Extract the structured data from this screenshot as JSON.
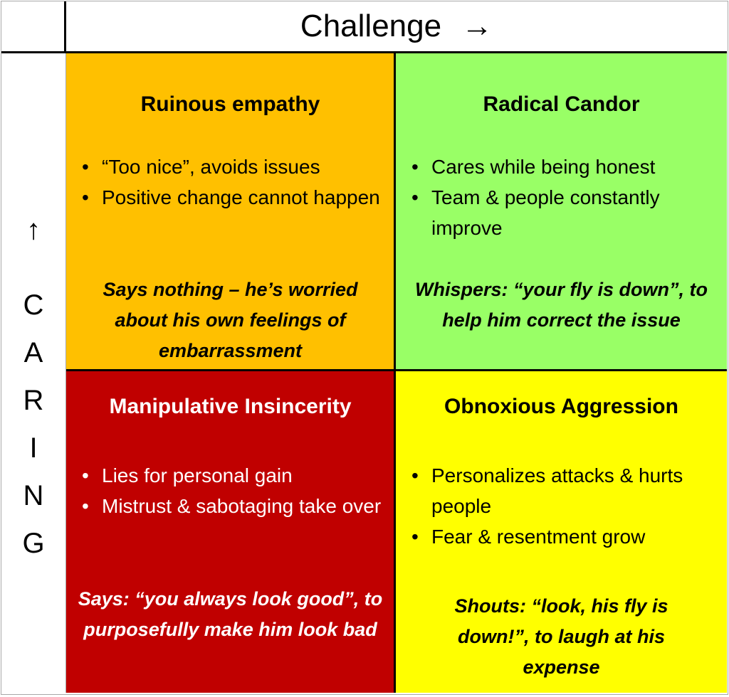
{
  "header": {
    "label": "Challenge",
    "arrow": "→"
  },
  "side": {
    "arrow": "↑",
    "letters": [
      "C",
      "A",
      "R",
      "I",
      "N",
      "G"
    ]
  },
  "quadrants": {
    "ruinous": {
      "title": "Ruinous empathy",
      "bullets": [
        "“Too nice”, avoids issues",
        "Positive change cannot happen"
      ],
      "quote": "Says nothing – he’s worried about his own feelings of embarrassment",
      "color": "#FFC000"
    },
    "radical": {
      "title": "Radical Candor",
      "bullets": [
        "Cares while being honest",
        "Team & people constantly improve"
      ],
      "quote": "Whispers: “your fly is down”, to help him correct the issue",
      "color": "#99FF66"
    },
    "manipulative": {
      "title": "Manipulative Insincerity",
      "bullets": [
        "Lies for personal gain",
        "Mistrust & sabotaging take over"
      ],
      "quote": "Says: “you always look good”, to purposefully make him look bad",
      "color": "#C00000"
    },
    "obnoxious": {
      "title": "Obnoxious Aggression",
      "bullets": [
        "Personalizes attacks & hurts people",
        "Fear & resentment grow"
      ],
      "quote": "Shouts: “look, his fly is down!”, to laugh at his expense",
      "color": "#FFFF00"
    }
  }
}
